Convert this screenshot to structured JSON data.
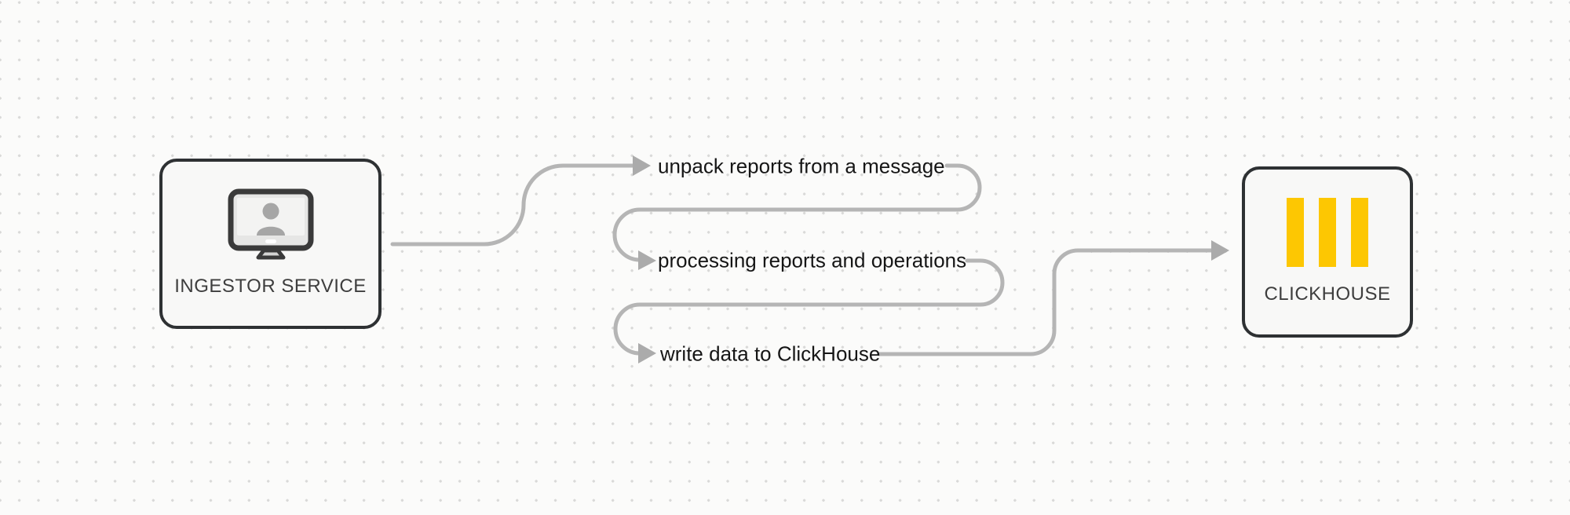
{
  "diagram": {
    "title": "ingestor-to-clickhouse-flow",
    "background_color": "#FBFBFA",
    "dot_grid_color": "#D9D9D8",
    "connector_color": "#B5B5B5",
    "arrowhead_color": "#ABABAB",
    "node_border_color": "#2E3133",
    "node_fill_color": "#F8F8F7",
    "node_label_color": "#3E3E3E",
    "step_label_color": "#161616",
    "accent_yellow": "#FDC702"
  },
  "nodes": [
    {
      "id": "ingestor",
      "label": "INGESTOR SERVICE",
      "icon": "monitor-user-icon"
    },
    {
      "id": "clickhouse",
      "label": "CLICKHOUSE",
      "icon": "clickhouse-bars-icon"
    }
  ],
  "steps": [
    {
      "label": "unpack reports from a message"
    },
    {
      "label": "processing reports and operations"
    },
    {
      "label": "write data to ClickHouse"
    }
  ]
}
